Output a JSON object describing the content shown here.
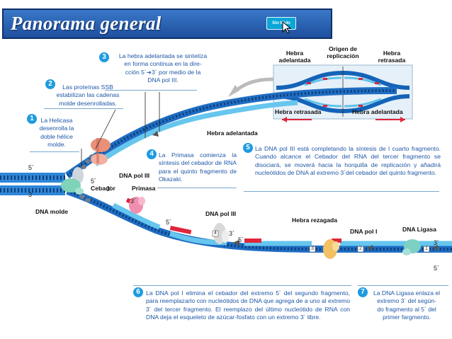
{
  "title": "Panorama general",
  "button_label": "Sin título",
  "icons": {
    "cursor": "cursor-arrow-icon",
    "steps": "numbered-circle-badge"
  },
  "colors": {
    "banner": "#1e4f9e",
    "dna_strand": "#2e86d6",
    "helicase": "#e8907a",
    "primer": "#e0253a",
    "dna_pol_iii": "#d9d9d9",
    "dna_pol_i": "#f3c064",
    "ligase": "#7dd0c4",
    "text_blue": "#1f57a8"
  },
  "inset": {
    "origin": "Origen de\nreplicación",
    "left_leading": "Hebra\nadelantada",
    "right_lagging": "Hebra\nretrasada",
    "bottom_left": "Hebra retrasada",
    "bottom_right": "Hebra adelantada"
  },
  "notes": {
    "n1": "La Helicasa\ndesenrolla la\ndoble hélice\nmolde.",
    "n2": "Las proteínas SSB\nestabilizan las cadenas\nmolde desenrolladas.",
    "n3": "La hebra adelantada se sintetiza\nen forma continua en la dire-\ncción 5´➔3´ por medio de la\nDNA pol III.",
    "n4": "La Primasa comienza la síntesis del cebador de RNA para el quinto fragmento de Okazaki.",
    "n5": "La DNA pol III está completando la síntesis de l cuarto fragmento. Cuando alcance el Cebador del RNA del tercer fragmento se disociará, se moverá hacia la horquilla de replicación y añadirá nucleótidos de DNA al extremo 3´del cebador del quinto fragmento.",
    "n6": "La DNA pol I elimina el cebador del extremo 5´ del segundo fragmento, para reemplazarlo con nucleótidos de DNA que agrega de a uno al extremo 3´ del tercer fragmento. El reemplazo del último nucleótido de RNA con DNA deja el esqueleto de azúcar-fosfato con un extremo 3´ libre.",
    "n7": "La DNA Ligasa enlaza el\nextremo 3´ del según-\ndo fragmento al 5´ del\nprimer fargmento."
  },
  "steps": [
    "1",
    "2",
    "3",
    "4",
    "5",
    "6",
    "7"
  ],
  "labels": {
    "hebra_adelantada": "Hebra adelantada",
    "dna_pol_iii_top": "DNA pol III",
    "cebador": "Cebador",
    "primasa": "Primasa",
    "dna_molde": "DNA molde",
    "dna_pol_iii_bottom": "DNA pol III",
    "hebra_rezagada": "Hebra rezagada",
    "dna_pol_i": "DNA pol I",
    "dna_ligasa": "DNA Ligasa"
  },
  "strand_ends": {
    "left_top": "5´",
    "left_bottom": "3´",
    "mid_a": "5´",
    "mid_b": "3´",
    "mid_c": "3´",
    "mid_d": "5´",
    "mid_e": "3´",
    "mid_f": "5´",
    "right_top": "3´",
    "right_bottom": "5´"
  },
  "fragment_numbers": [
    "4",
    "3",
    "2",
    "1"
  ]
}
